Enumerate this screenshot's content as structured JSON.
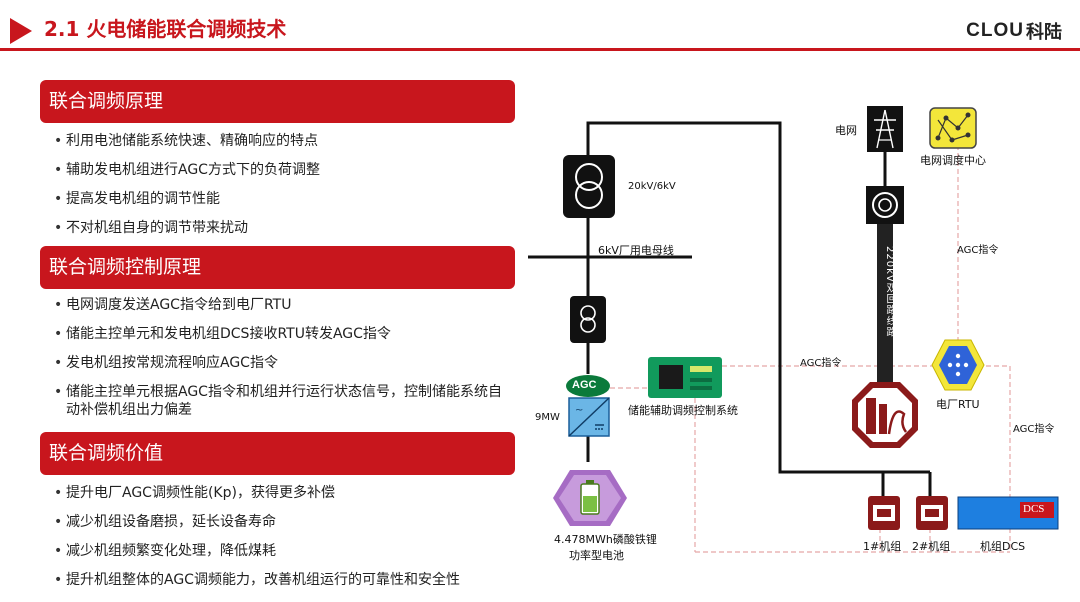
{
  "header": {
    "title": "2.1 火电储能联合调频技术",
    "logo_brand": "CLOU",
    "logo_cn": "科陆"
  },
  "sections": [
    {
      "title": "联合调频原理",
      "items": [
        "利用电池储能系统快速、精确响应的特点",
        "辅助发电机组进行AGC方式下的负荷调整",
        "提高发电机组的调节性能",
        "不对机组自身的调节带来扰动"
      ]
    },
    {
      "title": "联合调频控制原理",
      "items": [
        "电网调度发送AGC指令给到电厂RTU",
        "储能主控单元和发电机组DCS接收RTU转发AGC指令",
        "发电机组按常规流程响应AGC指令",
        "储能主控单元根据AGC指令和机组并行运行状态信号，控制储能系统自动补偿机组出力偏差"
      ]
    },
    {
      "title": "联合调频价值",
      "items": [
        "提升电厂AGC调频性能(Kp)，获得更多补偿",
        "减少机组设备磨损，延长设备寿命",
        "减少机组频繁变化处理，降低煤耗",
        "提升机组整体的AGC调频能力，改善机组运行的可靠性和安全性"
      ]
    }
  ],
  "diagram": {
    "transformer_label": "20kV/6kV",
    "busbar_label": "6kV厂用电母线",
    "agc_badge": "AGC",
    "power_label": "9MW",
    "battery_label_1": "4.478MWh磷酸铁锂",
    "battery_label_2": "功率型电池",
    "controller_label": "储能辅助调频控制系统",
    "grid_label": "电网",
    "dispatch_label": "电网调度中心",
    "line_label": "220kV双回路线路",
    "agc_cmd_1": "AGC指令",
    "agc_cmd_2": "AGC指令",
    "agc_cmd_3": "AGC指令",
    "rtu_label": "电厂RTU",
    "unit1_label": "1#机组",
    "unit2_label": "2#机组",
    "dcs_label": "机组DCS",
    "dcs_badge": "DCS"
  },
  "colors": {
    "accent": "#c8161d",
    "dashed_line": "#e5a8a8",
    "agc_green": "#0b7a3b",
    "battery_purple": "#a66cc4",
    "dispatch_yellow": "#f3e63a",
    "rtu_blue": "#2f63d8",
    "dcs_blue": "#1e7fe0",
    "unit_red": "#8b1a1a"
  }
}
